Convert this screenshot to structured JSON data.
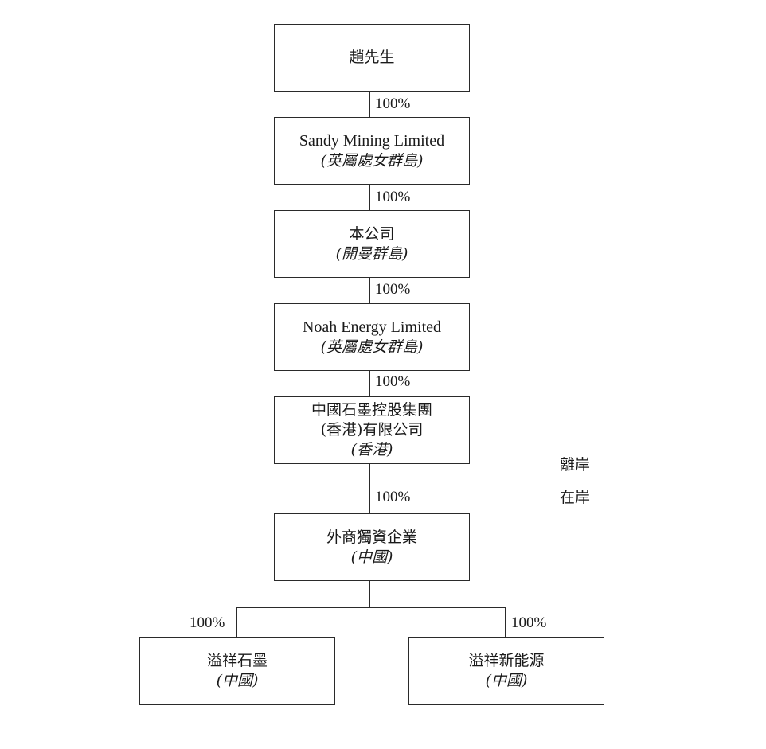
{
  "entities": {
    "zhao": {
      "name": "趙先生"
    },
    "sandy": {
      "name": "Sandy Mining Limited",
      "location": "(英屬處女群島)"
    },
    "company": {
      "name": "本公司",
      "location": "(開曼群島)"
    },
    "noah": {
      "name": "Noah Energy Limited",
      "location": "(英屬處女群島)"
    },
    "graphite_hk": {
      "name_line1": "中國石墨控股集團",
      "name_line2": "(香港)有限公司",
      "location": "(香港)"
    },
    "wfoe": {
      "name": "外商獨資企業",
      "location": "(中國)"
    },
    "yixiang_graphite": {
      "name": "溢祥石墨",
      "location": "(中國)"
    },
    "yixiang_energy": {
      "name": "溢祥新能源",
      "location": "(中國)"
    }
  },
  "ownership": {
    "zhao_sandy": "100%",
    "sandy_company": "100%",
    "company_noah": "100%",
    "noah_graphite_hk": "100%",
    "graphite_hk_wfoe": "100%",
    "wfoe_yixiang_graphite": "100%",
    "wfoe_yixiang_energy": "100%"
  },
  "divider": {
    "offshore_label": "離岸",
    "onshore_label": "在岸"
  }
}
